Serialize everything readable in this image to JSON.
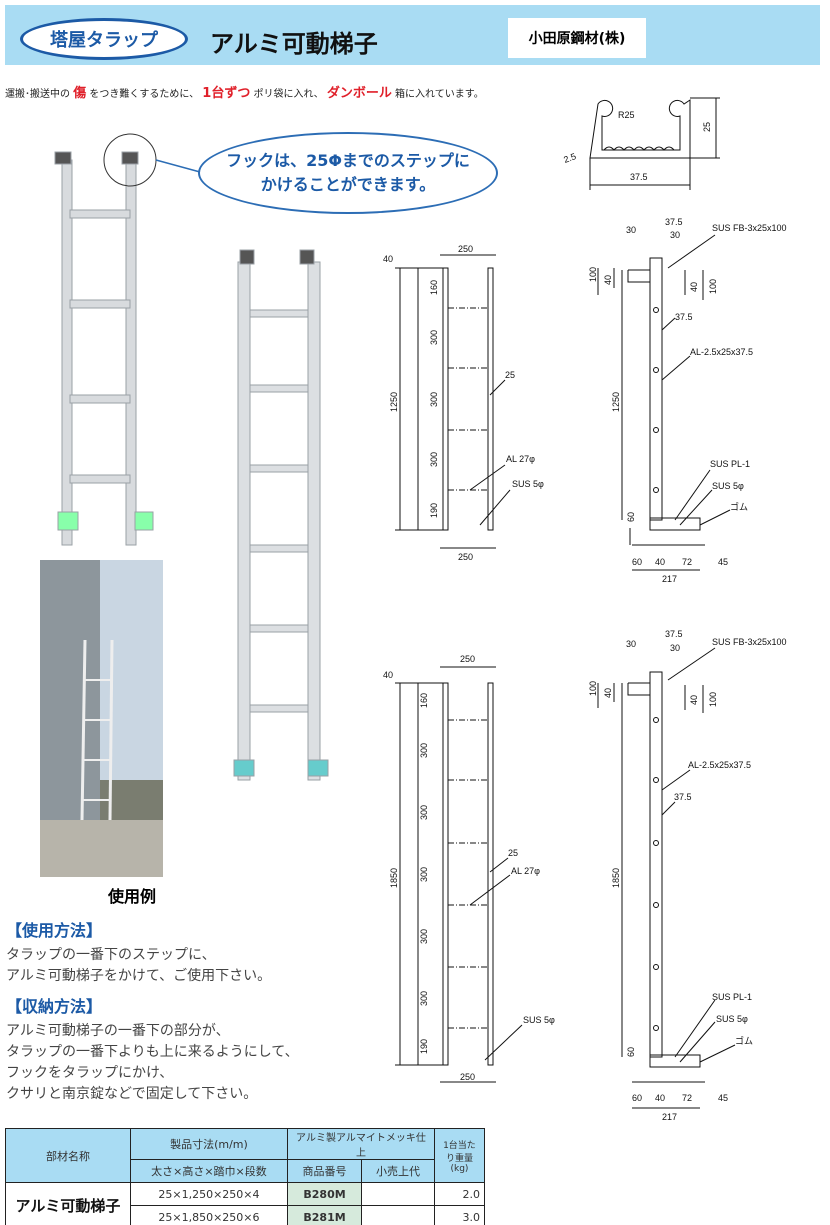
{
  "header": {
    "badge": "塔屋タラップ",
    "title": "アルミ可動梯子",
    "maker": "小田原鋼材(株)"
  },
  "note": {
    "p1": "運搬･搬送中の",
    "w1": "傷",
    "p2": "をつき難くするために、",
    "w2": "1台ずつ",
    "p3": "ポリ袋に入れ、",
    "w3": "ダンボール",
    "p4": "箱に入れています。"
  },
  "callout": {
    "line1": "フックは、25Φまでのステップに",
    "line2": "かけることができます。"
  },
  "photo_caption": "使用例",
  "usage": {
    "title": "【使用方法】",
    "lines": [
      "タラップの一番下のステップに、",
      "アルミ可動梯子をかけて、ご使用下さい。"
    ]
  },
  "storage": {
    "title": "【収納方法】",
    "lines": [
      "アルミ可動梯子の一番下の部分が、",
      "タラップの一番下よりも上に来るようにして、",
      "フックをタラップにかけ、",
      "クサリと南京錠などで固定して下さい。"
    ]
  },
  "profile": {
    "r": "R25",
    "h": "25",
    "t": "2.5",
    "w": "37.5"
  },
  "front1": {
    "hook": "40",
    "w_top": "250",
    "w_bot": "250",
    "segs": [
      "160",
      "300",
      "300",
      "300",
      "190"
    ],
    "total": "1250",
    "rung": "25",
    "al": "AL 27φ",
    "sus": "SUS 5φ"
  },
  "front2": {
    "hook": "40",
    "w_top": "250",
    "w_bot": "250",
    "segs": [
      "160",
      "300",
      "300",
      "300",
      "300",
      "300",
      "190"
    ],
    "total": "1850",
    "rung": "25",
    "al": "AL 27φ",
    "sus": "SUS 5φ"
  },
  "side": {
    "a": "30",
    "b": "37.5",
    "c": "30",
    "fb": "SUS FB-3x25x100",
    "h100": "100",
    "h40": "40",
    "r40": "40",
    "r100": "100",
    "w375": "37.5",
    "al": "AL-2.5x25x37.5",
    "pl": "SUS PL-1",
    "sus": "SUS 5φ",
    "rubber": "ゴム",
    "f60": "60",
    "b60": "60",
    "b40": "40",
    "b72": "72",
    "b45": "45",
    "b217": "217",
    "total1": "1250",
    "total2": "1850"
  },
  "table": {
    "h_name": "部材名称",
    "h_size": "製品寸法(m/m)",
    "h_size_sub": "太さ×高さ×踏巾×段数",
    "h_finish": "アルミ製アルマイトメッキ仕上",
    "h_code": "商品番号",
    "h_price": "小売上代",
    "h_weight": "1台当たり重量(kg)",
    "product": "アルミ可動梯子",
    "rows": [
      {
        "size": "25×1,250×250×4",
        "code": "B280M",
        "price": "",
        "weight": "2.0"
      },
      {
        "size": "25×1,850×250×6",
        "code": "B281M",
        "price": "",
        "weight": "3.0"
      }
    ]
  }
}
